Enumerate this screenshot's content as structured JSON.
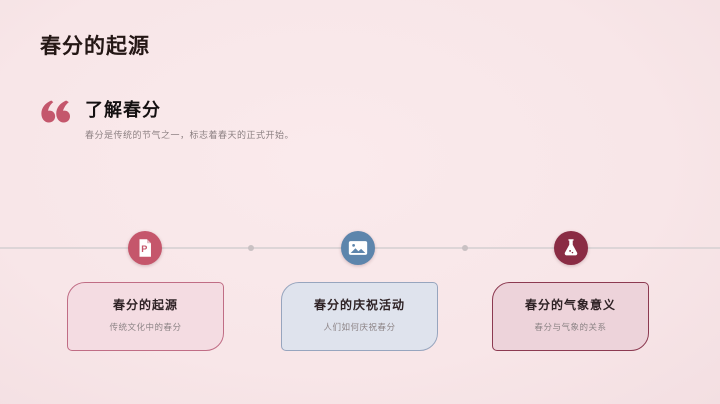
{
  "page": {
    "title": "春分的起源"
  },
  "quote": {
    "icon": "quote-icon",
    "heading": "了解春分",
    "description": "春分是传统的节气之一，标志着春天的正式开始。"
  },
  "timeline": {
    "items": [
      {
        "icon": "ppt-file-icon",
        "icon_circle_color": "#c5566b",
        "title": "春分的起源",
        "subtitle": "传统文化中的春分",
        "card_bg": "#f4dce2",
        "card_border": "#c06d85"
      },
      {
        "icon": "image-icon",
        "icon_circle_color": "#5d85ac",
        "title": "春分的庆祝活动",
        "subtitle": "人们如何庆祝春分",
        "card_bg": "#dfe3ed",
        "card_border": "#97a5be"
      },
      {
        "icon": "flask-icon",
        "icon_circle_color": "#8a2c44",
        "title": "春分的气象意义",
        "subtitle": "春分与气象的关系",
        "card_bg": "#edd3da",
        "card_border": "#8c3a51"
      }
    ]
  },
  "colors": {
    "background": "#f8e6e8",
    "accent_rose": "#c5566b",
    "accent_blue": "#5d85ac",
    "accent_maroon": "#8a2c44",
    "timeline_line": "#ddd5d7",
    "title_text": "#241715",
    "muted_text": "#8d8183"
  }
}
